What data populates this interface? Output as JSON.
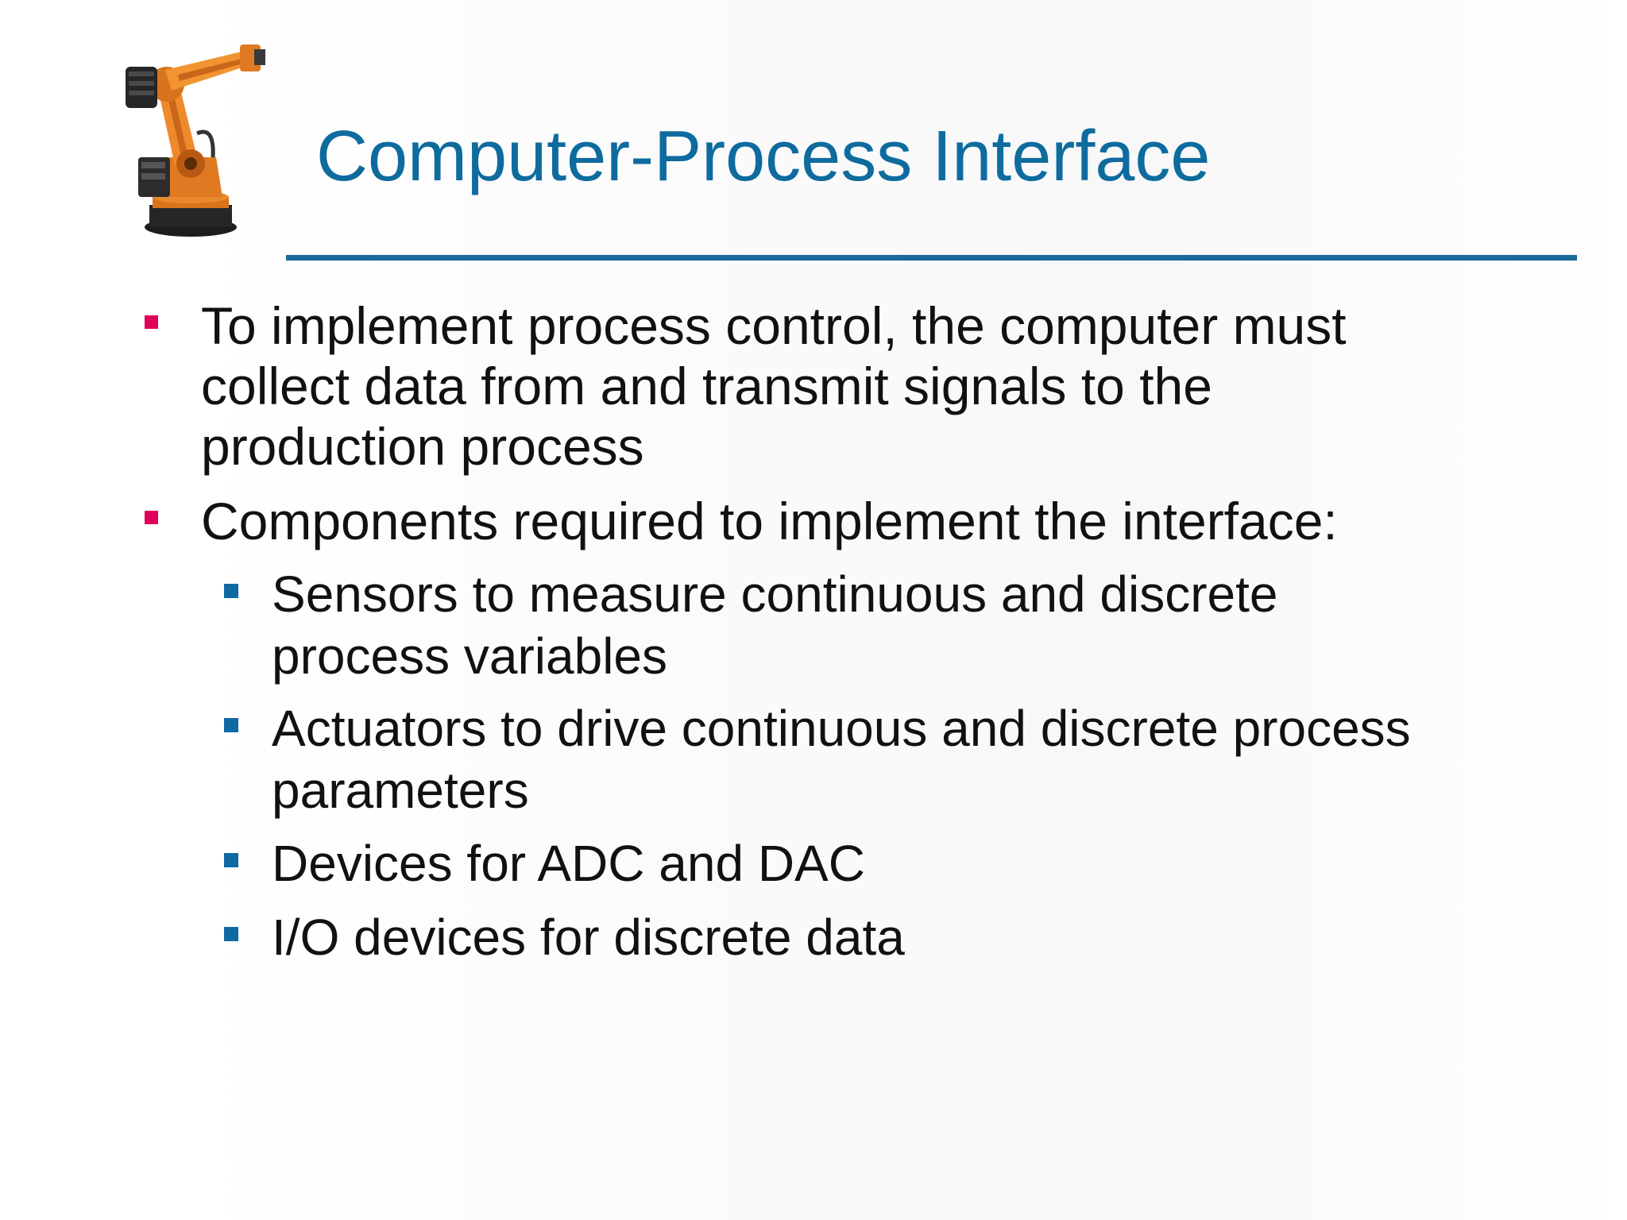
{
  "slide": {
    "title": "Computer-Process Interface",
    "logo_icon": "industrial-robot-arm-icon",
    "colors": {
      "title": "#0e6b9e",
      "rule": "#1a6a9a",
      "level1_marker": "#e3005a",
      "level2_marker": "#0f6aa2",
      "text": "#111111"
    },
    "bullets": [
      {
        "level": 1,
        "lines": [
          "To implement process control, the computer must",
          "collect data from and transmit signals to the",
          "production process"
        ]
      },
      {
        "level": 1,
        "lines": [
          "Components required to implement the interface:"
        ]
      },
      {
        "level": 2,
        "lines": [
          "Sensors to measure continuous and discrete",
          "process variables"
        ]
      },
      {
        "level": 2,
        "lines": [
          "Actuators to drive continuous and discrete process",
          "parameters"
        ]
      },
      {
        "level": 2,
        "lines": [
          "Devices for ADC and DAC"
        ]
      },
      {
        "level": 2,
        "lines": [
          "I/O devices for discrete data"
        ]
      }
    ]
  }
}
